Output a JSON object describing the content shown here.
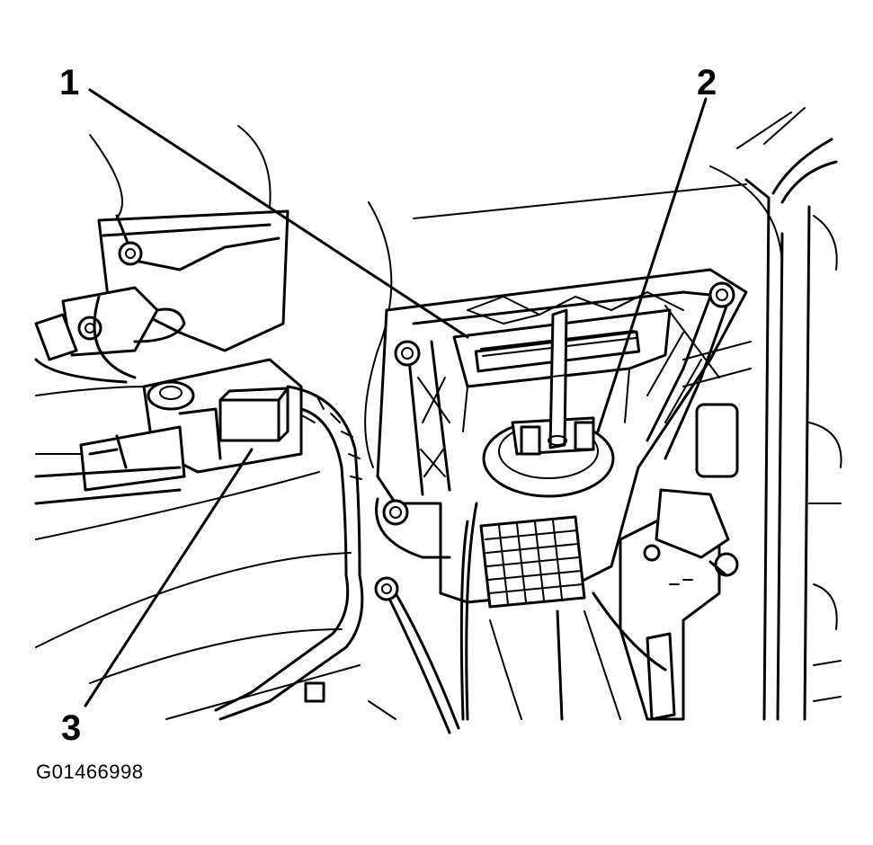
{
  "callouts": {
    "c1": "1",
    "c2": "2",
    "c3": "3"
  },
  "figure_id": "G01466998",
  "colors": {
    "line": "#000000",
    "background": "#ffffff"
  }
}
